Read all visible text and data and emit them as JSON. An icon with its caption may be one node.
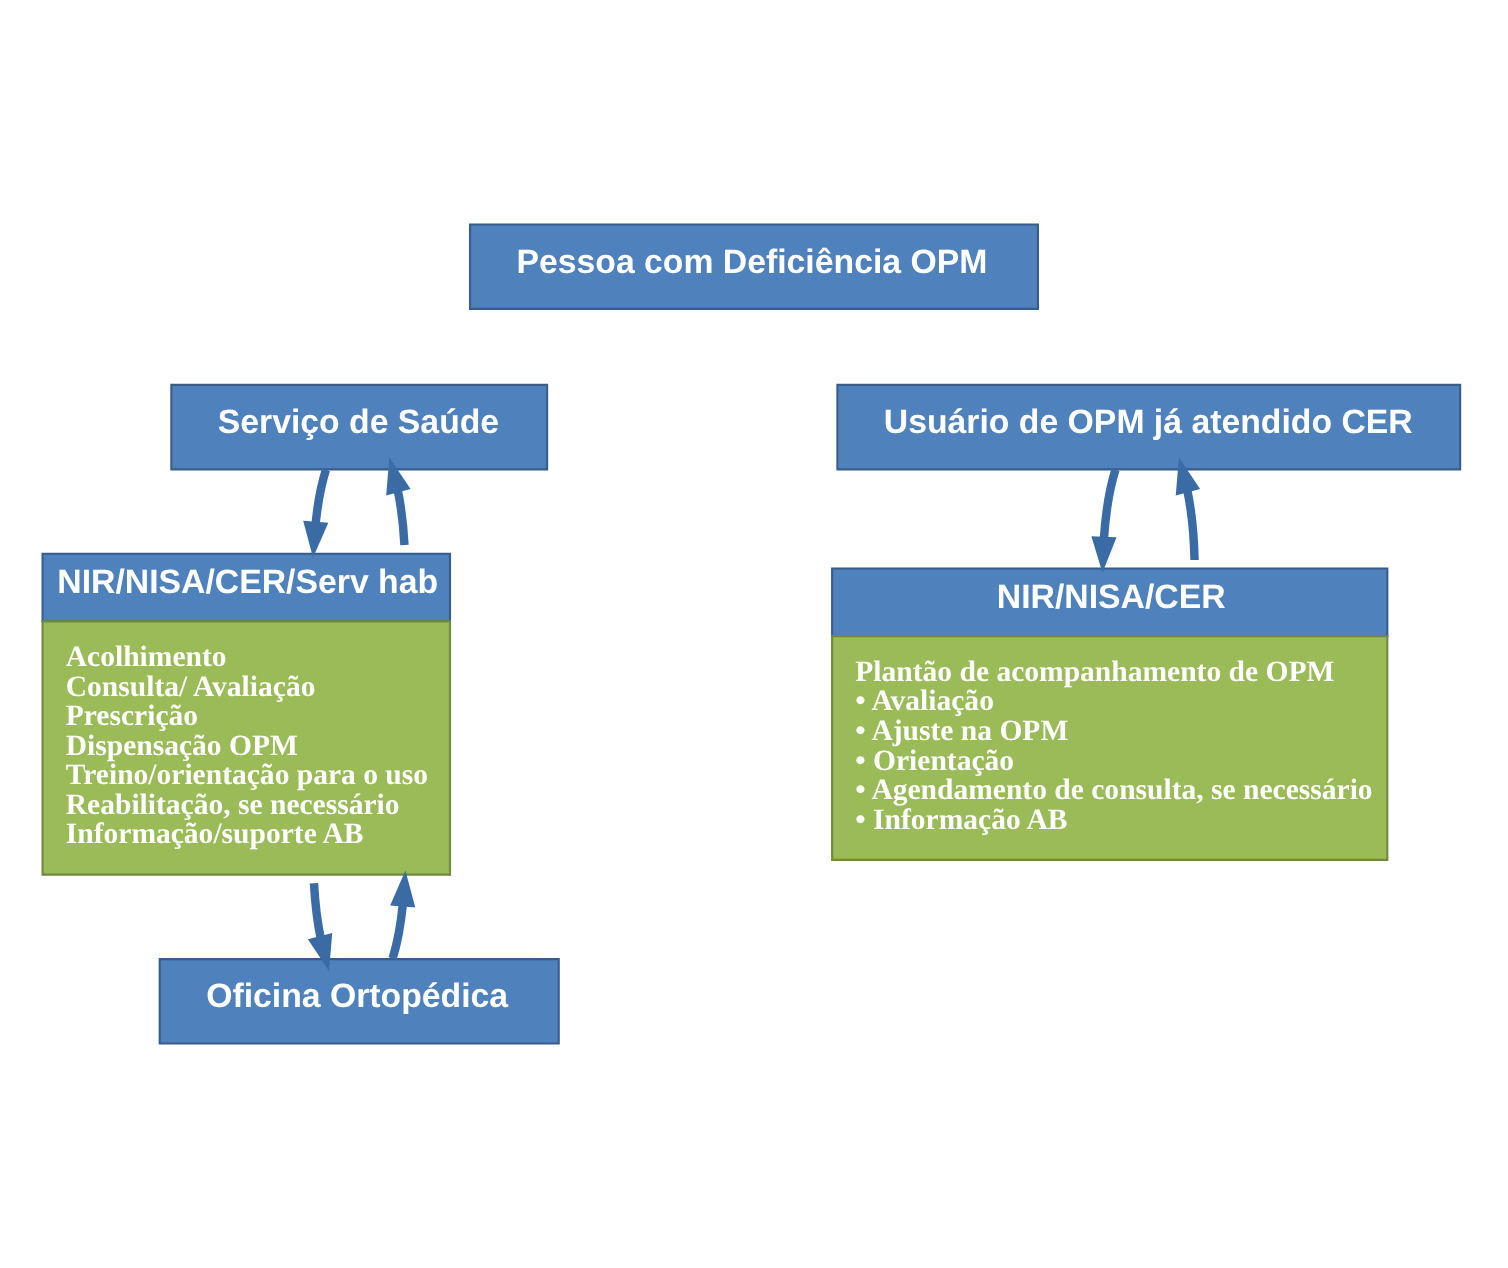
{
  "diagram": {
    "nodes": [
      {
        "text": [
          "Pessoa com Deficiência OPM"
        ]
      },
      {
        "text": [
          "Serviço de Saúde"
        ]
      },
      {
        "text": [
          "Usuário de OPM já atendido CER"
        ]
      },
      {
        "text": [
          "NIR/NISA/CER/Serv hab",
          "Acolhimento",
          "Consulta/ Avaliação",
          "Prescrição",
          "Dispensação OPM",
          "Treino/orientação para o uso",
          "Reabilitação, se necessário",
          "Informação/suporte AB"
        ]
      },
      {
        "text": [
          "NIR/NISA/CER",
          "Plantão de acompanhamento de OPM",
          "• Avaliação",
          "• Ajuste na OPM",
          "• Orientação",
          "• Agendamento de consulta, se necessário",
          "• Informação AB"
        ]
      },
      {
        "text": [
          "Oficina Ortopédica"
        ]
      }
    ],
    "edges": [
      {
        "from": 1,
        "to": 3,
        "arrow": "to"
      },
      {
        "from": 3,
        "to": 1,
        "arrow": "to"
      },
      {
        "from": 2,
        "to": 4,
        "arrow": "to"
      },
      {
        "from": 4,
        "to": 2,
        "arrow": "to"
      },
      {
        "from": 3,
        "to": 5,
        "arrow": "to"
      },
      {
        "from": 5,
        "to": 3,
        "arrow": "to"
      }
    ]
  }
}
